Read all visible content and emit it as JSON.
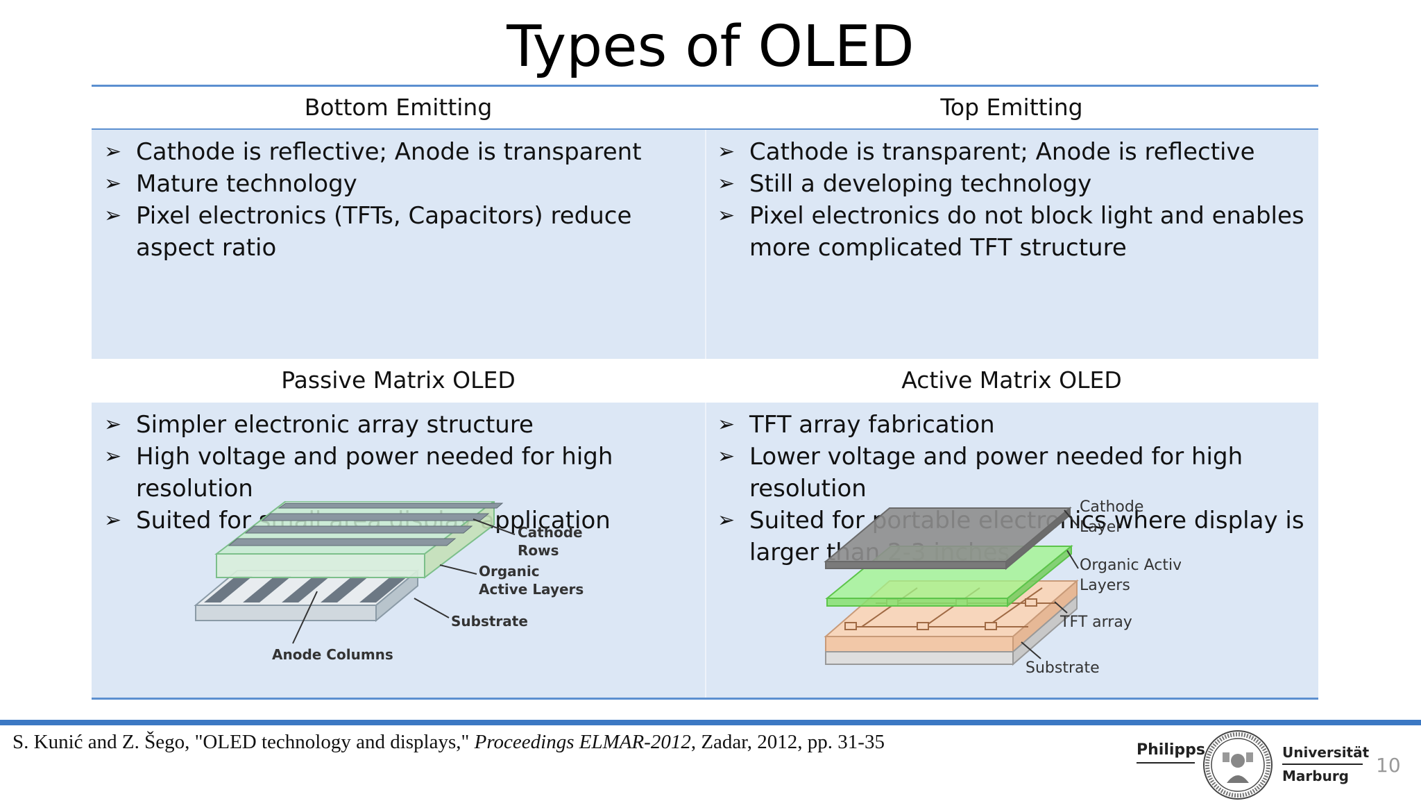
{
  "title": "Types of OLED",
  "table": {
    "header_row1": {
      "left": "Bottom Emitting",
      "right": "Top Emitting"
    },
    "body_row1": {
      "left": [
        "Cathode is reflective; Anode is transparent",
        "Mature technology",
        "Pixel electronics (TFTs, Capacitors) reduce aspect ratio"
      ],
      "right": [
        "Cathode is transparent; Anode is reflective",
        "Still a developing technology",
        "Pixel electronics do not block light and enables more complicated TFT structure"
      ]
    },
    "header_row2": {
      "left": "Passive Matrix OLED",
      "right": "Active Matrix OLED"
    },
    "body_row2": {
      "left": [
        "Simpler electronic array structure",
        "High voltage and power needed for high resolution",
        "Suited for small area display application"
      ],
      "right": [
        "TFT array fabrication",
        "Lower voltage and power needed for high resolution",
        "Suited for portable electronics where display is larger than 2-3 inches"
      ]
    }
  },
  "diagram_pm": {
    "labels": {
      "cathode": "Cathode Rows",
      "organic": "Organic Active Layers",
      "substrate": "Substrate",
      "anode": "Anode Columns"
    }
  },
  "diagram_am": {
    "labels": {
      "cathode": "Cathode Layer",
      "organic": "Organic Activ Layers",
      "tft": "TFT array",
      "substrate": "Substrate"
    }
  },
  "citation": {
    "authors": "S. Kunić and Z. Šego, \"OLED technology and displays,\" ",
    "venue": "Proceedings ELMAR-2012",
    "rest": ", Zadar, 2012, pp. 31-35"
  },
  "logo": {
    "left": "Philipps",
    "right_line1": "Universität",
    "right_line2": "Marburg",
    "seal_text": "PHILIPPS UNIVERSITÄT MARBURG"
  },
  "page_number": "10",
  "colors": {
    "accent_line": "#5b8fd0",
    "band": "#dce7f5",
    "footer": "#3b78c3"
  }
}
